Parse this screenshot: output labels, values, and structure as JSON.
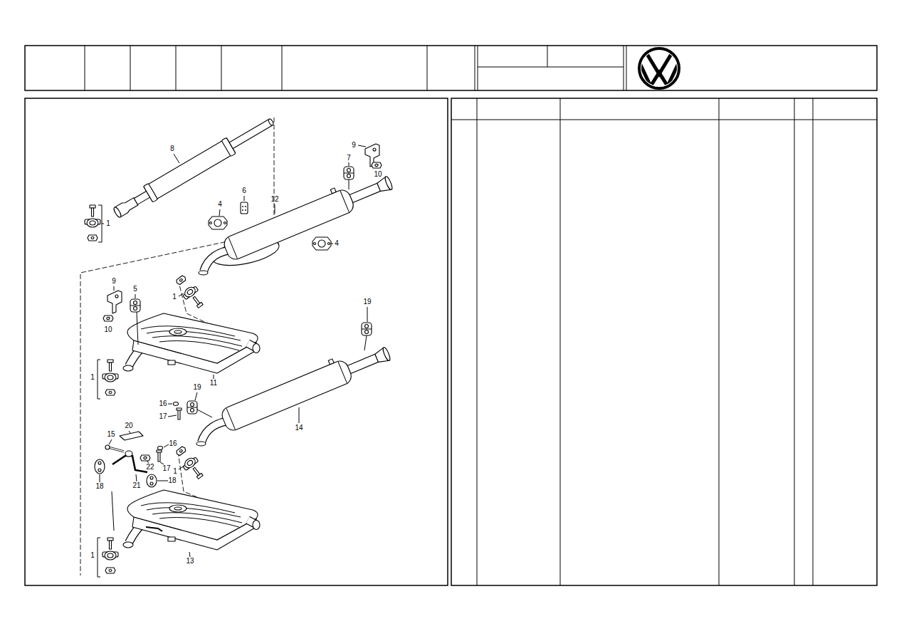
{
  "diagram": {
    "labels": [
      "8",
      "9",
      "7",
      "10",
      "6",
      "12",
      "4",
      "1",
      "4",
      "9",
      "5",
      "1",
      "19",
      "10",
      "11",
      "1",
      "19",
      "16",
      "17",
      "14",
      "20",
      "15",
      "16",
      "22",
      "17",
      "1",
      "18",
      "21",
      "18",
      "13",
      "1"
    ]
  }
}
